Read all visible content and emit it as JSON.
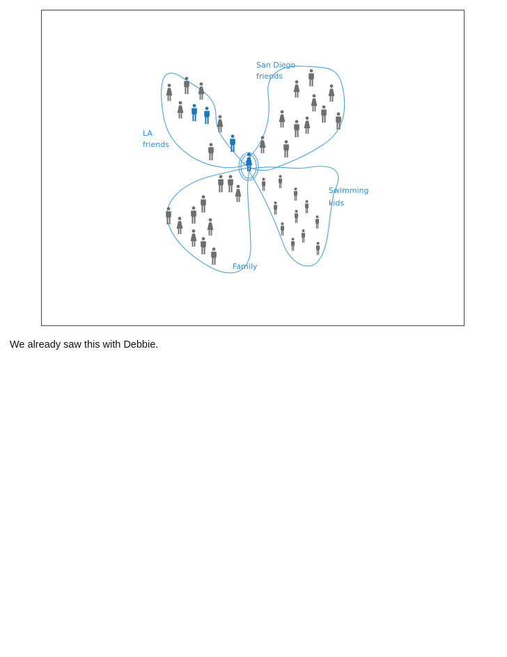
{
  "diagram": {
    "groups": [
      {
        "id": "san-diego",
        "label_lines": [
          "San Diego",
          "friends"
        ]
      },
      {
        "id": "la",
        "label_lines": [
          "LA",
          "friends"
        ]
      },
      {
        "id": "swimming",
        "label_lines": [
          "Swimming",
          "kids"
        ]
      },
      {
        "id": "family",
        "label_lines": [
          "Family"
        ]
      }
    ],
    "colors": {
      "outline": "#4aa3d8",
      "label": "#2a8fd0",
      "person": "#6e6e6e",
      "highlight": "#1a76c0"
    },
    "legend_icons": [
      "person-male-icon",
      "person-female-icon"
    ]
  },
  "note": "We already saw this with Debbie."
}
